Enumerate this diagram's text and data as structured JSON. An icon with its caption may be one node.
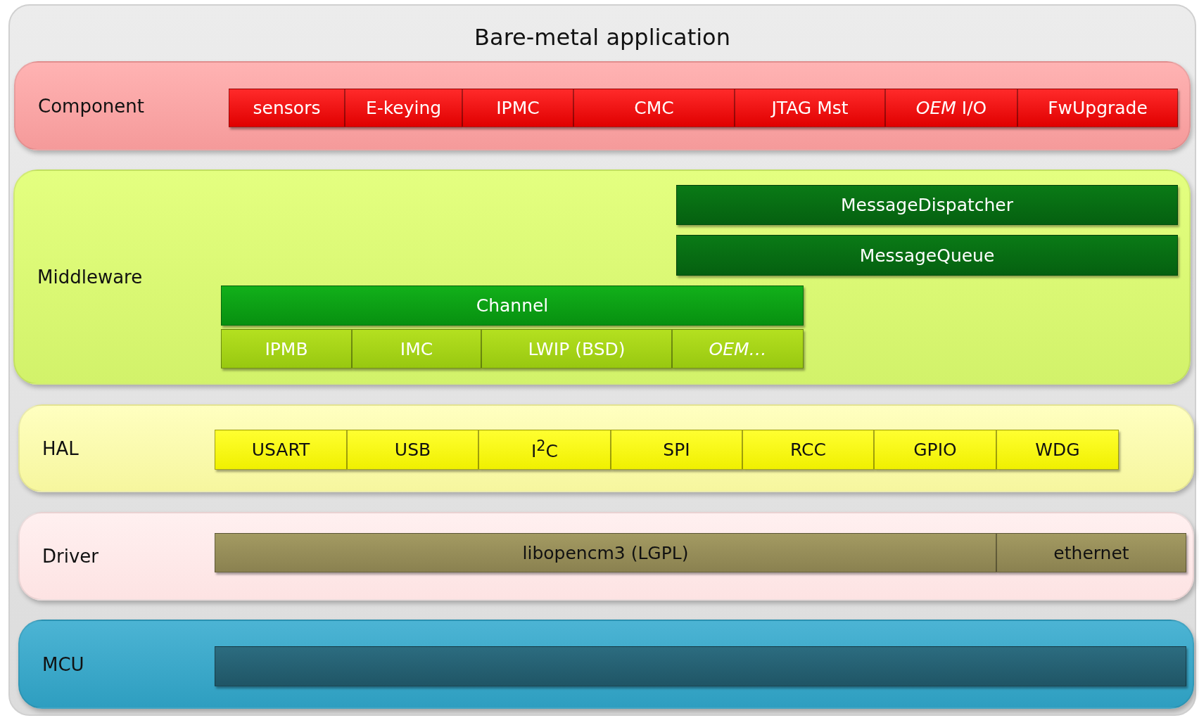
{
  "diagram": {
    "nodes": [
      {
        "text": [
          "Bare-metal application"
        ]
      },
      {
        "text": [
          "Component"
        ],
        "in": 0
      },
      {
        "text": [
          "sensors"
        ],
        "in": 1
      },
      {
        "text": [
          "E-keying"
        ],
        "in": 1
      },
      {
        "text": [
          "IPMC"
        ],
        "in": 1
      },
      {
        "text": [
          "CMC"
        ],
        "in": 1
      },
      {
        "text": [
          "JTAG Mst"
        ],
        "in": 1
      },
      {
        "text": [
          "*OEM* I/O"
        ],
        "in": 1
      },
      {
        "text": [
          "FwUpgrade"
        ],
        "in": 1
      },
      {
        "text": [
          "Middleware"
        ],
        "in": 0
      },
      {
        "text": [
          "MessageDispatcher"
        ],
        "in": 9
      },
      {
        "text": [
          "MessageQueue"
        ],
        "in": 9
      },
      {
        "text": [
          "Channel"
        ],
        "in": 9
      },
      {
        "text": [
          "IPMB"
        ],
        "in": 9
      },
      {
        "text": [
          "IMC"
        ],
        "in": 9
      },
      {
        "text": [
          "LWIP (BSD)"
        ],
        "in": 9
      },
      {
        "text": [
          "OEM…"
        ],
        "in": 9
      },
      {
        "text": [
          "HAL"
        ],
        "in": 0
      },
      {
        "text": [
          "USART"
        ],
        "in": 17
      },
      {
        "text": [
          "USB"
        ],
        "in": 17
      },
      {
        "text": [
          "I$^{2}$C"
        ],
        "in": 17
      },
      {
        "text": [
          "SPI"
        ],
        "in": 17
      },
      {
        "text": [
          "RCC"
        ],
        "in": 17
      },
      {
        "text": [
          "GPIO"
        ],
        "in": 17
      },
      {
        "text": [
          "WDG"
        ],
        "in": 17
      },
      {
        "text": [
          "Driver"
        ],
        "in": 0
      },
      {
        "text": [
          "libopencm3 (LGPL)"
        ],
        "in": 25
      },
      {
        "text": [
          "ethernet"
        ],
        "in": 25
      },
      {
        "text": [
          "MCU"
        ],
        "in": 0
      },
      {
        "text": [],
        "shape": "box",
        "in": 28
      }
    ]
  }
}
